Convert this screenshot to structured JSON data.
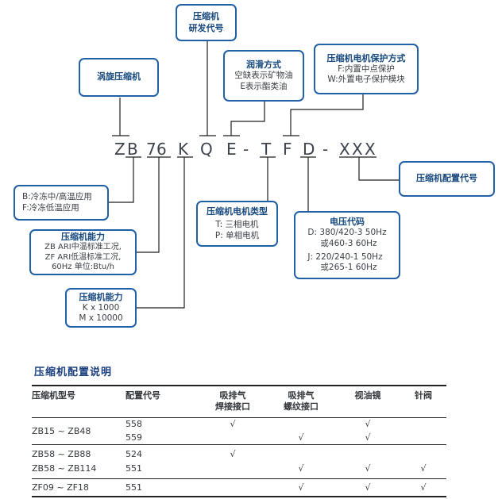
{
  "colors": {
    "box_border_blue": "#2060a8",
    "box_title_navy": "#17497f",
    "table_title_navy": "#1a3f7e",
    "body_text": "#3b4046",
    "model_code_text": "#3c434e",
    "connector_line": "#1f1f1f"
  },
  "diagram": {
    "boxes": {
      "scroll": {
        "title": "涡旋压缩机"
      },
      "rd": {
        "line1": "压缩机",
        "line2": "研发代号"
      },
      "lubrication": {
        "title": "润滑方式",
        "line1": "空缺表示矿物油",
        "line2": "E表示酯类油"
      },
      "protection": {
        "title": "压缩机电机保护方式",
        "line1": "F:内置中点保护",
        "line2": "W:外置电子保护模块"
      },
      "application": {
        "line1": "B:冷冻中/高温应用",
        "line2": "F:冷冻低温应用"
      },
      "capacity_standard": {
        "title": "压缩机能力",
        "line1": "ZB ARI中温标准工况,",
        "line2": "ZF ARI低温标准工况,",
        "line3": "60Hz 单位:Btu/h"
      },
      "capacity_multiplier": {
        "title": "压缩机能力",
        "line1": "K x 1000",
        "line2": "M x 10000"
      },
      "motor_type": {
        "title": "压缩机电机类型",
        "line1": "T: 三相电机",
        "line2": "P: 单相电机"
      },
      "voltage": {
        "title": "电压代码",
        "line1": "D: 380/420-3 50Hz",
        "line2": "或460-3 60Hz",
        "line3": "J: 220/240-1 50Hz",
        "line4": "或265-1 60Hz"
      },
      "config": {
        "title": "压缩机配置代号"
      }
    },
    "model_code": {
      "chars": [
        "Z",
        "B",
        "7",
        "6",
        "K",
        "Q",
        "E",
        "-",
        "T",
        "F",
        "D",
        "-",
        "X",
        "X",
        "X"
      ]
    }
  },
  "table": {
    "title": "压缩机配置说明",
    "headers": {
      "model": "压缩机型号",
      "code": "配置代号",
      "welded": "吸排气\n焊接接口",
      "threaded": "吸排气\n螺纹接口",
      "sight": "视油镜",
      "needle": "针阀"
    },
    "rows": [
      {
        "model": "ZB15 ~ ZB48",
        "code": "558",
        "welded": "√",
        "threaded": "",
        "sight": "√",
        "needle": ""
      },
      {
        "model": "",
        "code": "559",
        "welded": "",
        "threaded": "√",
        "sight": "√",
        "needle": ""
      },
      {
        "model": "ZB58 ~ ZB88",
        "code": "524",
        "welded": "√",
        "threaded": "",
        "sight": "",
        "needle": ""
      },
      {
        "model": "ZB58 ~ ZB114",
        "code": "551",
        "welded": "",
        "threaded": "√",
        "sight": "√",
        "needle": "√"
      },
      {
        "model": "ZF09 ~ ZF18",
        "code": "551",
        "welded": "",
        "threaded": "√",
        "sight": "√",
        "needle": "√"
      }
    ]
  }
}
